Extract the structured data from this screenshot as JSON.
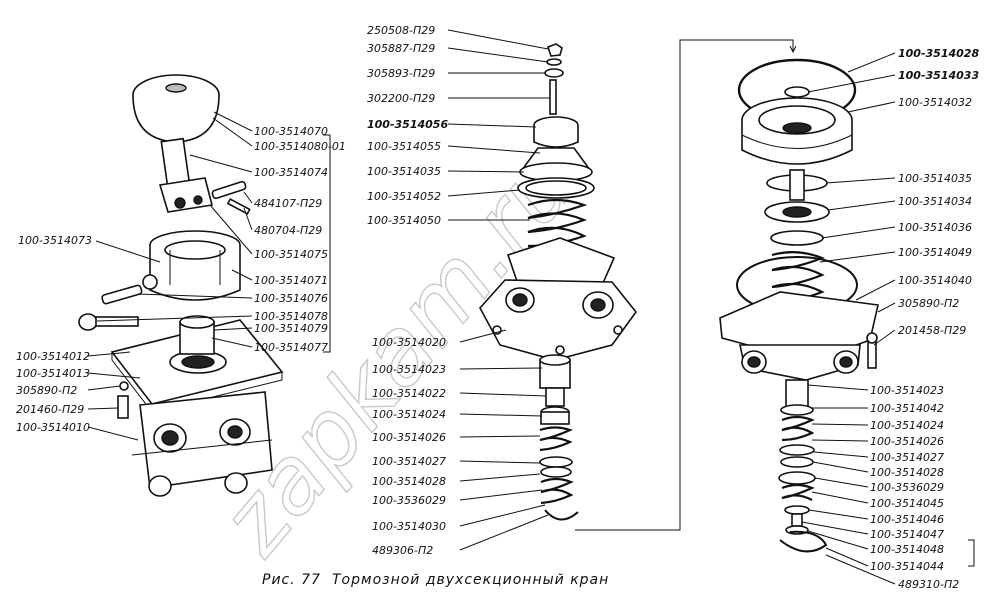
{
  "watermark": "zapkam.ru",
  "caption": {
    "figure_number": "Рис. 77",
    "title": "Тормозной двухсекционный кран"
  },
  "left_assembly": {
    "labels_right": [
      "100-3514070",
      "100-3514080-01",
      "100-3514074",
      "484107-П29",
      "480704-П29",
      "100-3514075",
      "100-3514071",
      "100-3514076",
      "100-3514078",
      "100-3514079",
      "100-3514077"
    ],
    "labels_left": [
      "100-3514073",
      "100-3514012",
      "100-3514013",
      "305890-П2",
      "201460-П29",
      "100-3514010"
    ]
  },
  "center_assembly": {
    "labels": [
      "250508-П29",
      "305887-П29",
      "305893-П29",
      "302200-П29",
      "100-3514056",
      "100-3514055",
      "100-3514035",
      "100-3514052",
      "100-3514050",
      "100-3514020",
      "100-3514023",
      "100-3514022",
      "100-3514024",
      "100-3514026",
      "100-3514027",
      "100-3514028",
      "100-3536029",
      "100-3514030",
      "489306-П2"
    ]
  },
  "right_assembly": {
    "labels": [
      "100-3514028",
      "100-3514033",
      "100-3514032",
      "100-3514035",
      "100-3514034",
      "100-3514036",
      "100-3514049",
      "100-3514040",
      "305890-П2",
      "201458-П29",
      "100-3514023",
      "100-3514042",
      "100-3514024",
      "100-3514026",
      "100-3514027",
      "100-3514028",
      "100-3536029",
      "100-3514045",
      "100-3514046",
      "100-3514047",
      "100-3514048",
      "100-3514044",
      "489310-П2"
    ]
  }
}
